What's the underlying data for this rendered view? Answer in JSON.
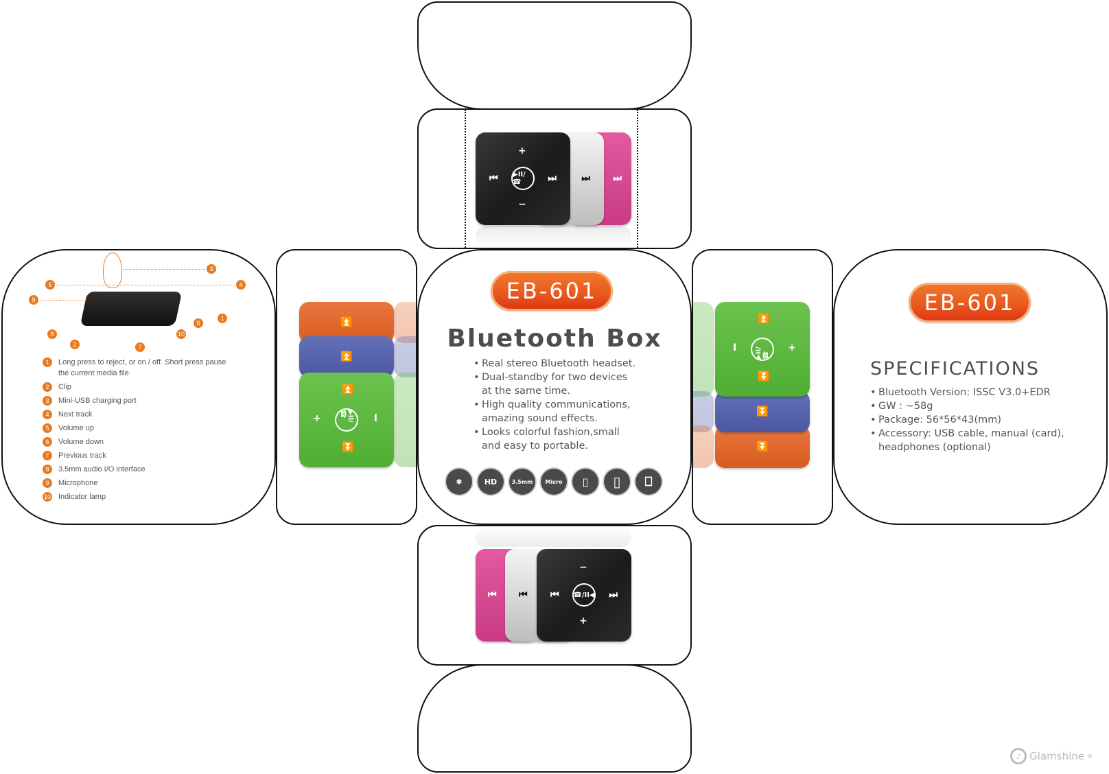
{
  "product": {
    "model": "EB-601",
    "name": "Bluetooth Box",
    "accent_color": "#ea5a1f"
  },
  "front": {
    "features": [
      "Real stereo Bluetooth headset.",
      "Dual-standby for two devices at the same time.",
      "High quality communications, amazing sound effects.",
      "Looks colorful fashion,small and easy to portable."
    ],
    "feature_icons": [
      {
        "name": "bluetooth-icon",
        "label": "✱"
      },
      {
        "name": "hd-icon",
        "label": "HD"
      },
      {
        "name": "audio-jack-icon",
        "label": "3.5mm"
      },
      {
        "name": "micro-usb-icon",
        "label": "Micro"
      },
      {
        "name": "phone-icon",
        "label": "▯"
      },
      {
        "name": "tablet-icon",
        "label": "▯"
      },
      {
        "name": "laptop-icon",
        "label": "⎕"
      }
    ]
  },
  "specifications": {
    "heading": "SPECIFICATIONS",
    "items": [
      "Bluetooth Version: ISSC V3.0+EDR",
      "GW : ~58g",
      "Package: 56*56*43(mm)",
      "Accessory: USB cable, manual (card), headphones (optional)"
    ]
  },
  "legend": {
    "items": [
      {
        "num": "1",
        "text": "Long press to reject, or on / off. Short press pause the current media file"
      },
      {
        "num": "2",
        "text": "Clip"
      },
      {
        "num": "3",
        "text": "Mini-USB charging port"
      },
      {
        "num": "4",
        "text": "Next track"
      },
      {
        "num": "5",
        "text": "Volume up"
      },
      {
        "num": "6",
        "text": "Volume down"
      },
      {
        "num": "7",
        "text": "Previous track"
      },
      {
        "num": "8",
        "text": "3.5mm audio I/O interface"
      },
      {
        "num": "9",
        "text": "Microphone"
      },
      {
        "num": "10",
        "text": "Indicator lamp"
      }
    ]
  },
  "controls": {
    "plus": "+",
    "minus": "−",
    "minus_bar": "I",
    "prev": "⏮",
    "next": "⏭",
    "play_call_top": "▶II/☎",
    "play_call_bottom": "☎/II◀",
    "up_arrow": "⏫",
    "down_arrow": "⏬"
  },
  "brand": {
    "logo_text": "Glamshine",
    "registered": "®"
  }
}
